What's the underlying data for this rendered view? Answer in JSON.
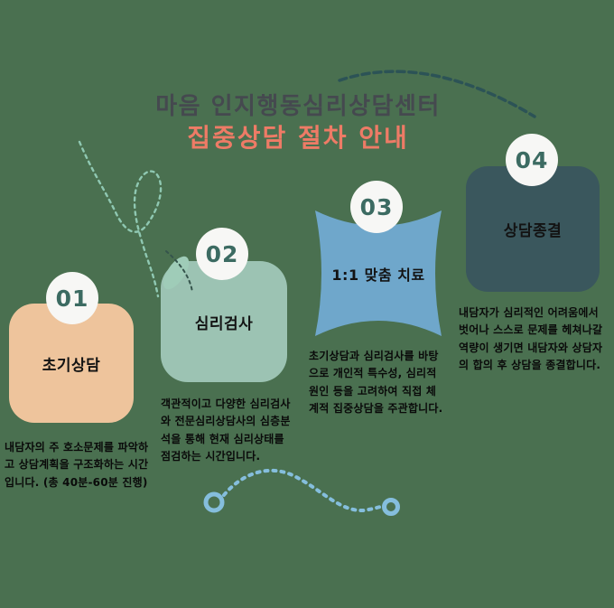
{
  "header": {
    "title": "마음 인지행동심리상담센터",
    "subtitle": "집중상담 절차 안내"
  },
  "steps": [
    {
      "number": "01",
      "title": "초기상담",
      "description": "내담자의 주 호소문제를 파악하고 상담계획을 구조화하는 시간입니다. (총 40분-60분 진행)",
      "box_color": "#eec49c"
    },
    {
      "number": "02",
      "title": "심리검사",
      "description": "객관적이고 다양한 심리검사와 전문심리상담사의 심층분석을 통해 현재 심리상태를 점검하는 시간입니다.",
      "box_color": "#9cc3b3"
    },
    {
      "number": "03",
      "title": "1:1 맞춤 치료",
      "description": "초기상담과 심리검사를 바탕으로 개인적 특수성, 심리적 원인 등을 고려하여 직접 체계적 집중상담을 주관합니다.",
      "box_color": "#6fa7cb"
    },
    {
      "number": "04",
      "title": "상담종결",
      "description": "내담자가 심리적인 어려움에서 벗어나 스스로 문제를 헤쳐나갈 역량이 생기면 내담자와 상담자의 합의 후 상담을 종결합니다.",
      "box_color": "#3a575d"
    }
  ],
  "colors": {
    "background": "#4a7050",
    "title_text": "#45494f",
    "accent_coral": "#ee7b66",
    "badge_background": "#f7f7f5",
    "badge_text": "#3c6b62",
    "description_text": "#0a0a0a",
    "arc_dark_teal": "#2c5356",
    "squiggle_mint": "#8fc8b2",
    "leaf_mint": "#9fccb8",
    "wave_light_blue": "#85bedd"
  },
  "decorations": {
    "top_arc": "dashed-arc-curve",
    "left_squiggle": "dotted-loop-curve-with-leaf",
    "bottom_wave": "dotted-wave-curve-with-rings"
  }
}
